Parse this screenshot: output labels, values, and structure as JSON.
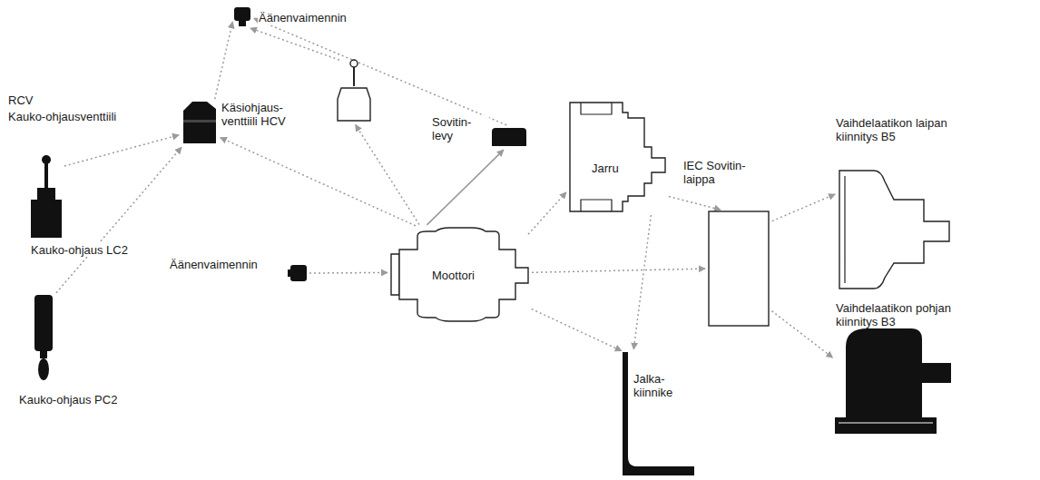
{
  "diagram": {
    "nodes": [
      {
        "text": [
          "Äänenvaimennin"
        ]
      },
      {
        "text": [
          "RCV",
          "Kauko-ohjausventtiili"
        ]
      },
      {
        "text": [
          "Käsiohjaus- venttiili HCV"
        ]
      },
      {
        "text": [
          "Sovitin- levy"
        ]
      },
      {
        "text": [
          "Kauko-ohjaus LC2"
        ]
      },
      {
        "text": [
          "Kauko-ohjaus PC2"
        ]
      },
      {
        "text": [
          "Äänenvaimennin"
        ]
      },
      {
        "text": [
          "Moottori"
        ]
      },
      {
        "text": [
          "Jarru"
        ]
      },
      {
        "text": [
          "IEC Sovitin- laippa"
        ]
      },
      {
        "text": [
          "Vaihdelaatikon laipan kiinnitys B5"
        ]
      },
      {
        "text": [
          "Vaihdelaatikon pohjan kiinnitys B3"
        ]
      },
      {
        "text": [
          "Jalka- kiinnike"
        ]
      }
    ],
    "edges": [
      {
        "from": 7,
        "to": 1,
        "arrow": "to"
      },
      {
        "from": 7,
        "to": 2,
        "arrow": "to"
      },
      {
        "from": 7,
        "to": 3,
        "arrow": "to"
      },
      {
        "from": 1,
        "to": 0,
        "arrow": "to"
      },
      {
        "from": 2,
        "to": 0,
        "arrow": "to"
      },
      {
        "from": 3,
        "to": 0,
        "arrow": "to"
      },
      {
        "from": 4,
        "to": 1,
        "arrow": "to"
      },
      {
        "from": 5,
        "to": 1,
        "arrow": "to"
      },
      {
        "from": 6,
        "to": 7,
        "arrow": "to"
      },
      {
        "from": 7,
        "to": 8,
        "arrow": "to"
      },
      {
        "from": 7,
        "to": 9,
        "arrow": "to"
      },
      {
        "from": 7,
        "to": 12,
        "arrow": "to"
      },
      {
        "from": 8,
        "to": 9,
        "arrow": "to"
      },
      {
        "from": 8,
        "to": 12,
        "arrow": "to"
      },
      {
        "from": 9,
        "to": 10,
        "arrow": "to"
      },
      {
        "from": 9,
        "to": 11,
        "arrow": "to"
      }
    ]
  }
}
